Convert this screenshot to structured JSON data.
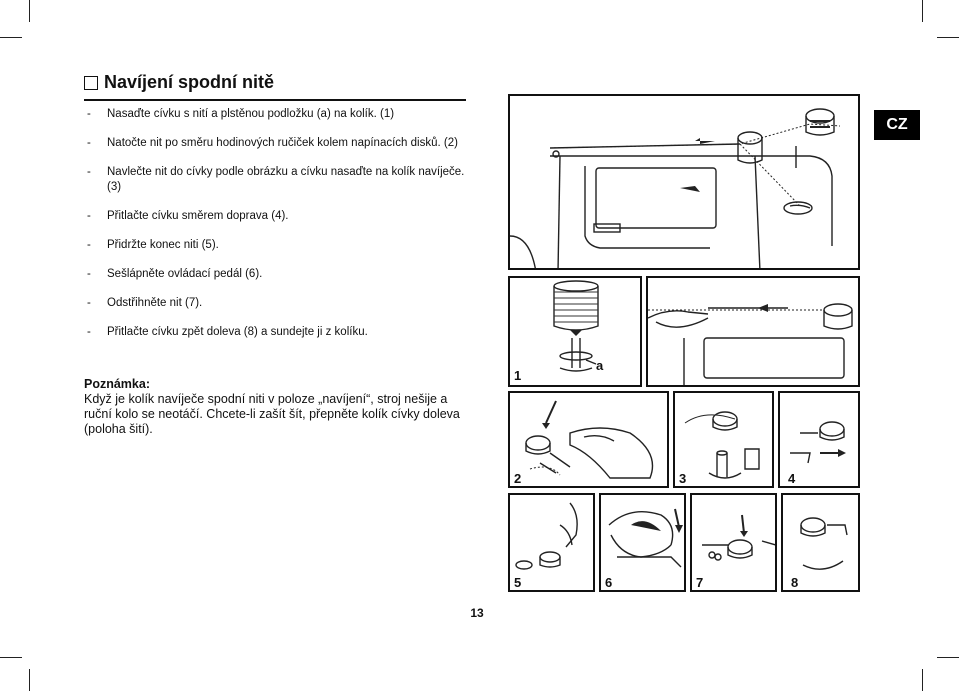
{
  "title": "Navíjení spodní nitě",
  "steps": [
    "Nasaďte cívku s nití a plstěnou podložku (a) na kolík. (1)",
    "Natočte nit po směru hodinových ručiček kolem napínacích disků. (2)",
    "Navlečte nit do cívky podle obrázku a cívku nasaďte na kolík navíječe. (3)",
    "Přitlačte cívku směrem doprava (4).",
    "Přidržte konec niti (5).",
    "Sešlápněte ovládací pedál (6).",
    "Odstřihněte nit (7).",
    "Přitlačte cívku zpět doleva (8) a sundejte ji z kolíku."
  ],
  "dash": "-",
  "note": {
    "heading": "Poznámka:",
    "text": "Když je kolík navíječe spodní niti v poloze „navíjení“, stroj nešije a ruční kolo se neotáčí. Chcete-li zašít šít, přepněte kolík cívky doleva (poloha šití)."
  },
  "lang_tab": "CZ",
  "figure_labels": {
    "f1": "1",
    "fa": "a",
    "f2": "2",
    "f3": "3",
    "f4": "4",
    "f5": "5",
    "f6": "6",
    "f7": "7",
    "f8": "8"
  },
  "page_number": "13"
}
